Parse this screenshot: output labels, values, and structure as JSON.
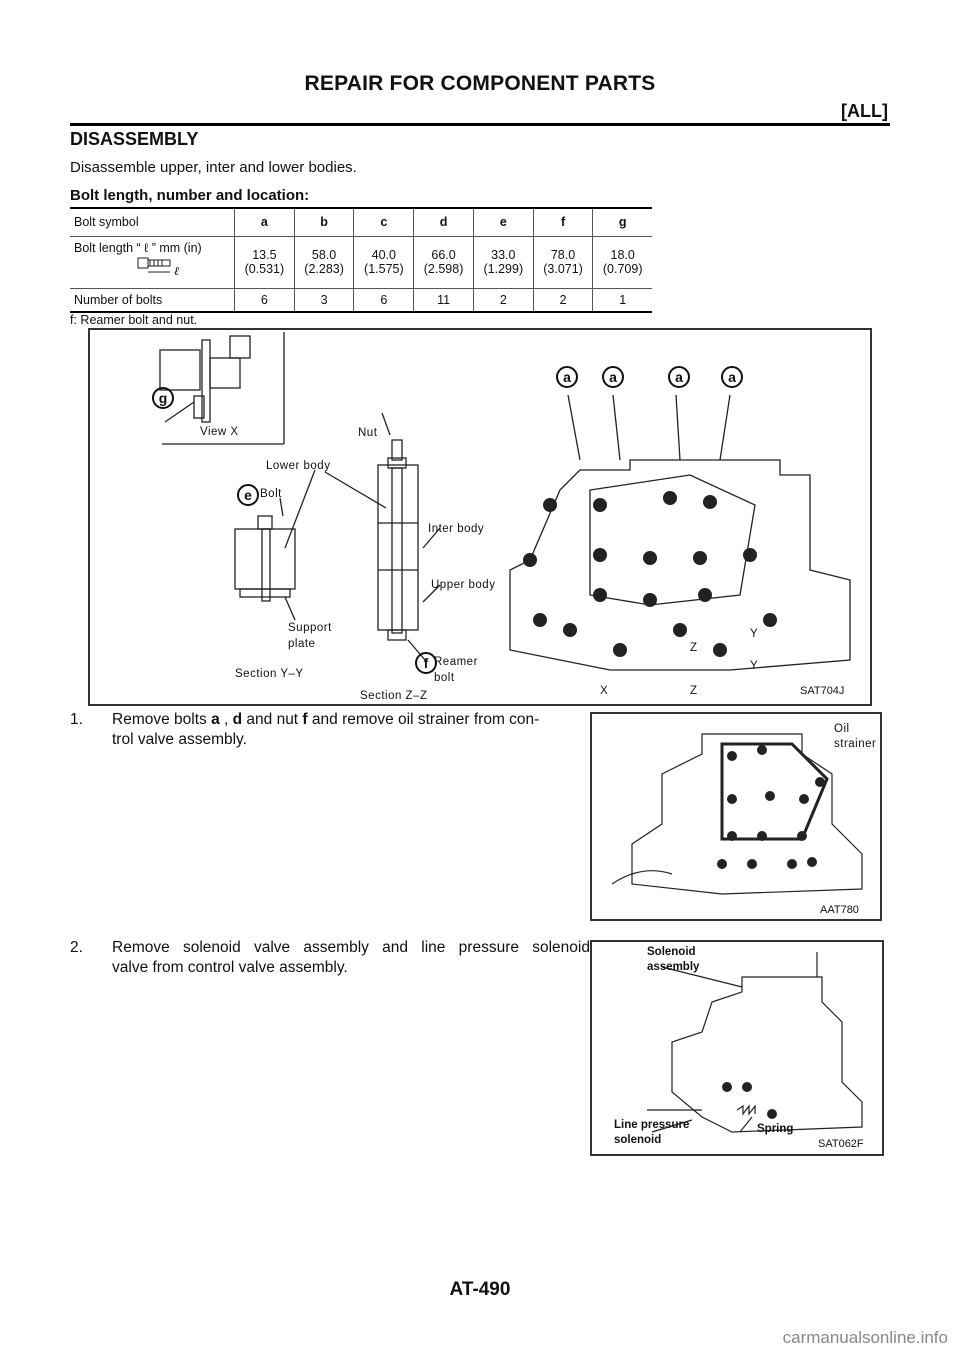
{
  "header": {
    "title": "REPAIR FOR COMPONENT PARTS",
    "tag": "[ALL]"
  },
  "section": {
    "title": "DISASSEMBLY",
    "intro": "Disassemble upper, inter and lower bodies.",
    "table_title": "Bolt length, number and location:"
  },
  "bolt_table": {
    "row_labels": {
      "symbol": "Bolt symbol",
      "length": "Bolt length “ ℓ ”   mm (in)",
      "length_icon": "ℓ",
      "count": "Number of bolts"
    },
    "columns": [
      {
        "symbol": "a",
        "mm": "13.5",
        "in": "(0.531)",
        "count": "6"
      },
      {
        "symbol": "b",
        "mm": "58.0",
        "in": "(2.283)",
        "count": "3"
      },
      {
        "symbol": "c",
        "mm": "40.0",
        "in": "(1.575)",
        "count": "6"
      },
      {
        "symbol": "d",
        "mm": "66.0",
        "in": "(2.598)",
        "count": "11"
      },
      {
        "symbol": "e",
        "mm": "33.0",
        "in": "(1.299)",
        "count": "2"
      },
      {
        "symbol": "f",
        "mm": "78.0",
        "in": "(3.071)",
        "count": "2"
      },
      {
        "symbol": "g",
        "mm": "18.0",
        "in": "(0.709)",
        "count": "1"
      }
    ],
    "note": "f: Reamer bolt and nut."
  },
  "figure1": {
    "code": "SAT704J",
    "labels": {
      "view_x": "View X",
      "g": "g",
      "e": "e",
      "f": "f",
      "a": "a",
      "bolt": "Bolt",
      "nut": "Nut",
      "lower_body": "Lower body",
      "inter_body": "Inter body",
      "upper_body": "Upper body",
      "support_plate_1": "Support",
      "support_plate_2": "plate",
      "reamer_1": "Reamer",
      "reamer_2": "bolt",
      "section_yy": "Section Y–Y",
      "section_zz": "Section Z–Z",
      "x_mark": "X",
      "y_mark": "Y",
      "z_mark": "Z"
    }
  },
  "steps": [
    {
      "num": "1.",
      "pre": "Remove bolts ",
      "b1": "a",
      "mid1": " , ",
      "b2": "d",
      "mid2": "  and nut ",
      "b3": "f",
      "post": "  and remove oil strainer from con-",
      "line2": "trol valve assembly."
    },
    {
      "num": "2.",
      "line1": "Remove solenoid valve assembly and line pressure solenoid",
      "line2": "valve from control valve assembly."
    }
  ],
  "figure2": {
    "code": "AAT780",
    "labels": {
      "oil_1": "Oil",
      "oil_2": "strainer"
    }
  },
  "figure3": {
    "code": "SAT062F",
    "labels": {
      "sol_1": "Solenoid",
      "sol_2": "assembly",
      "lp_1": "Line pressure",
      "lp_2": "solenoid",
      "spring": "Spring"
    }
  },
  "footer": {
    "page": "AT-490",
    "watermark": "carmanualsonline.info"
  }
}
